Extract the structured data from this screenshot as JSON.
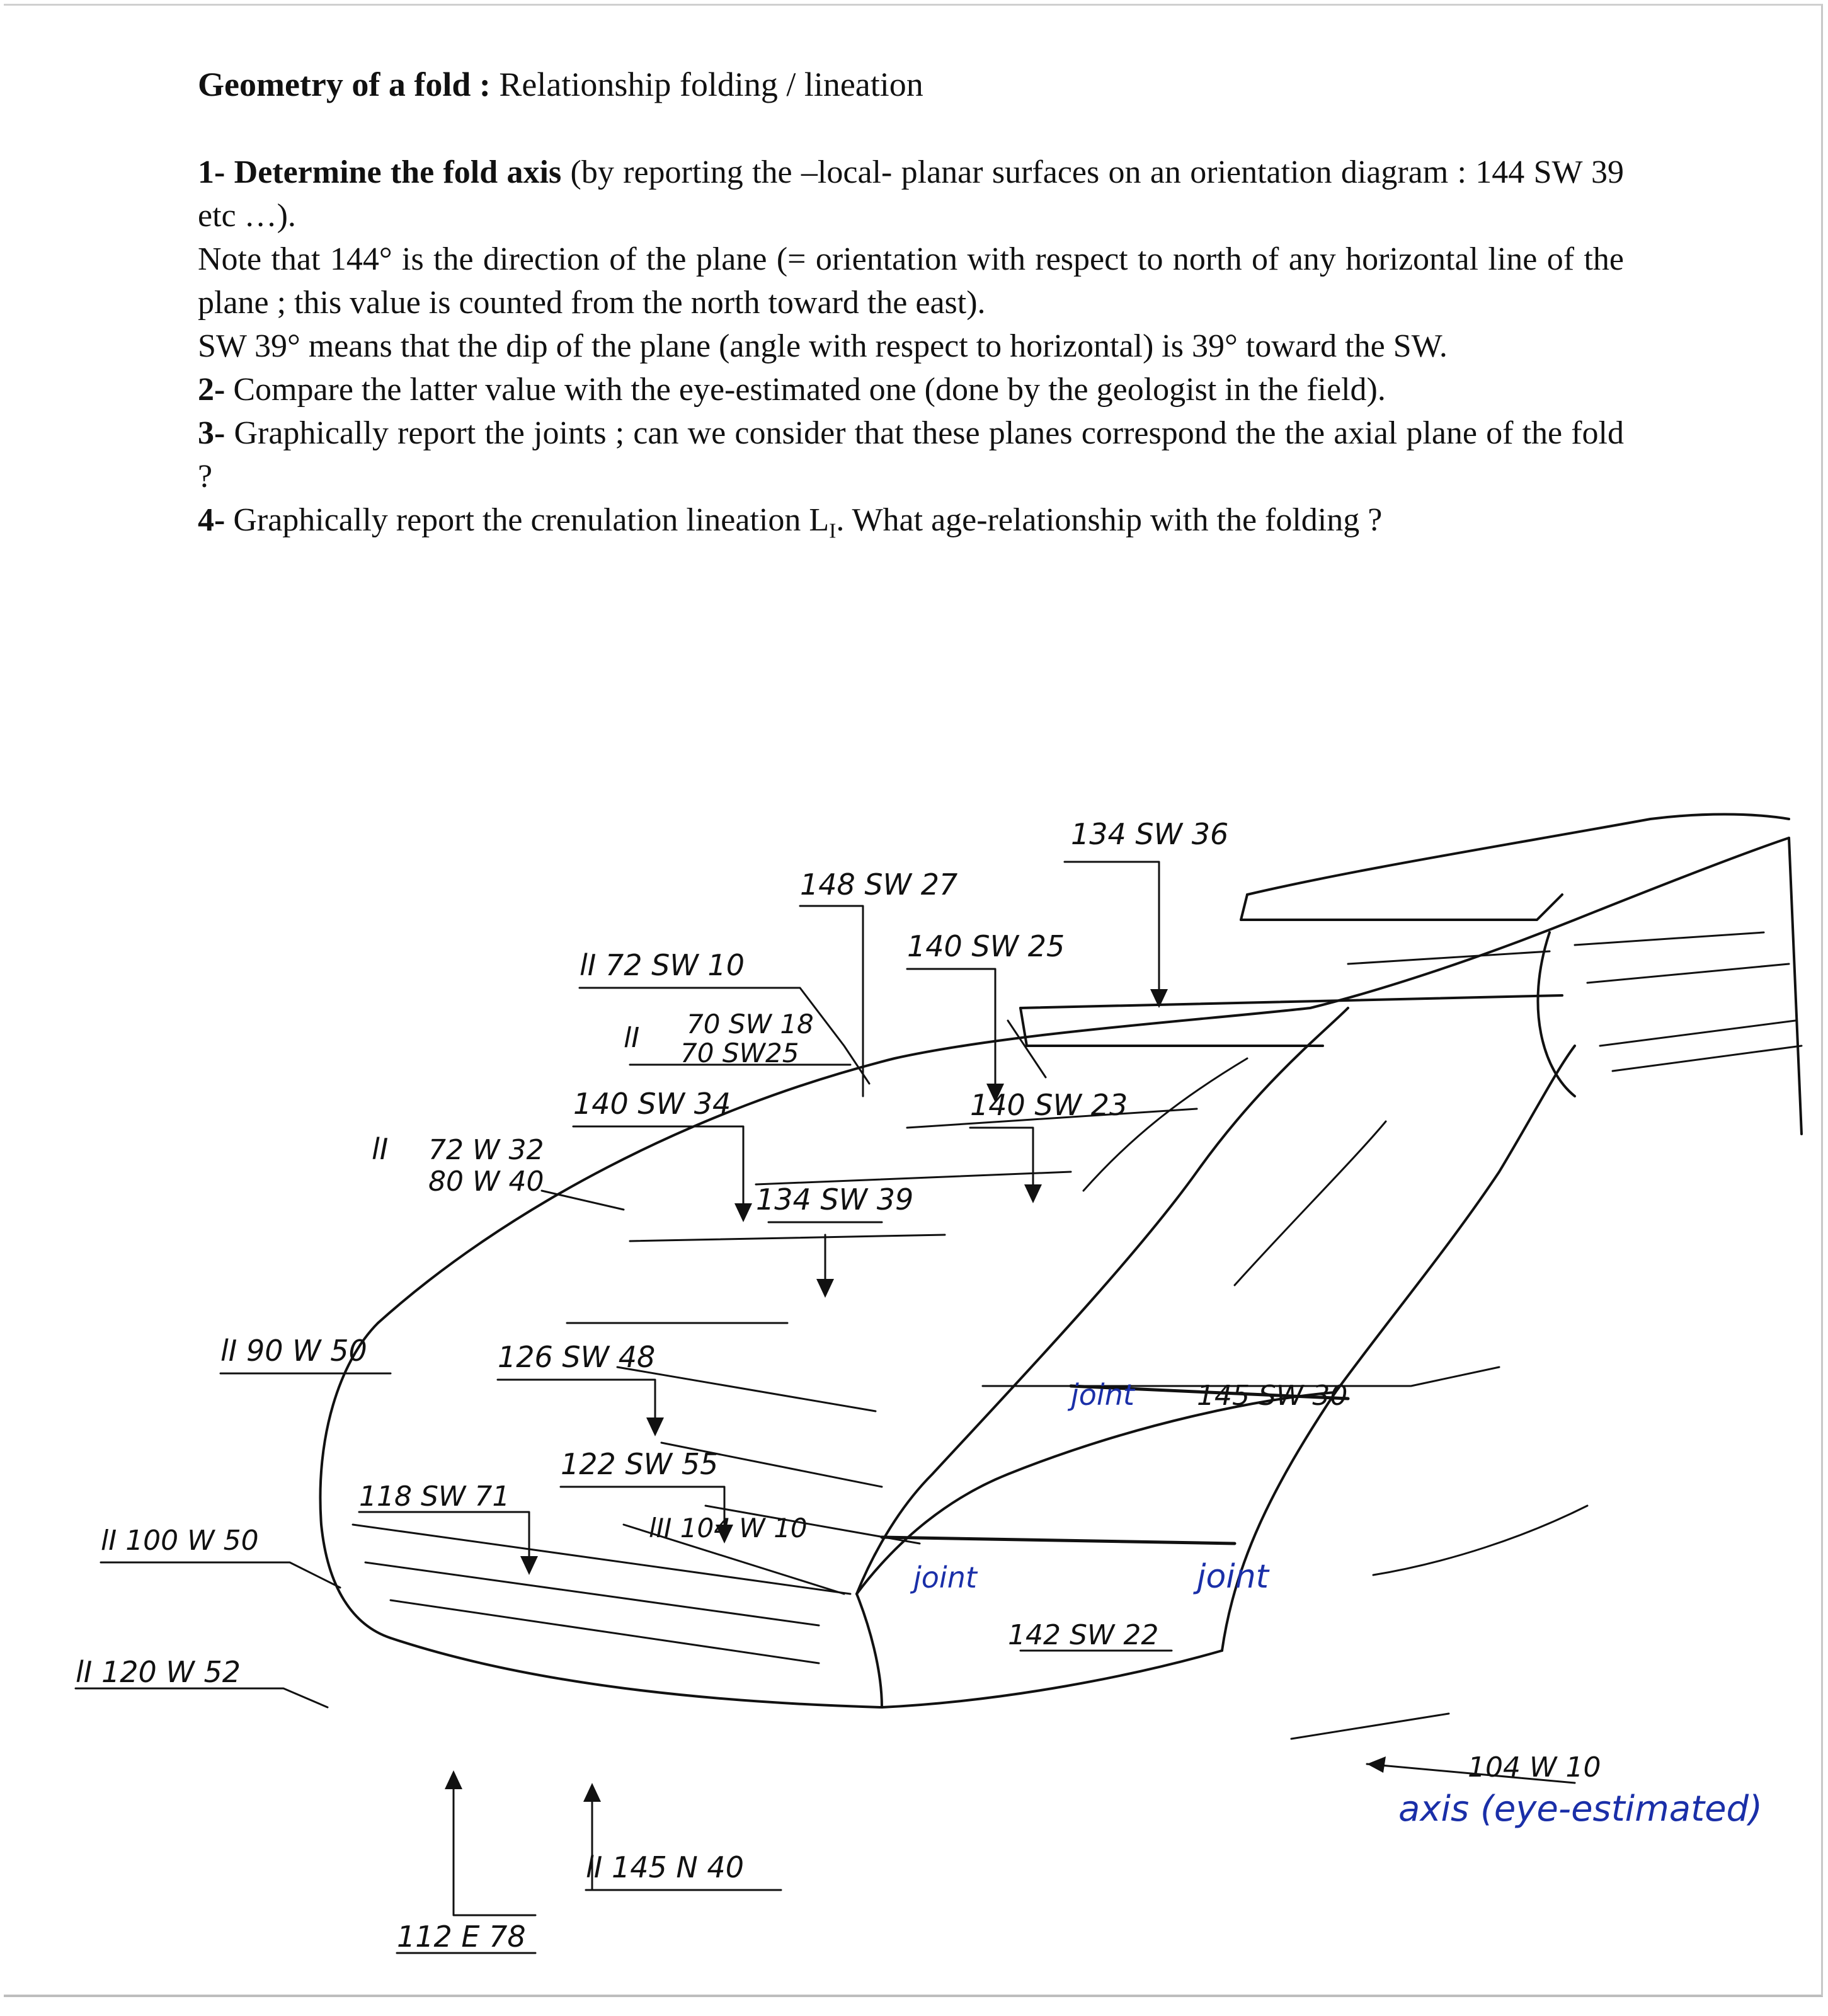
{
  "title": {
    "bold": "Geometry of a fold :",
    "rest": "Relationship folding / lineation"
  },
  "instructions": {
    "q1_num": "1-",
    "q1_bold": "Determine the fold axis",
    "q1_text": "(by reporting the –local- planar surfaces on an orientation diagram : 144 SW 39 etc …).",
    "note1": "Note that 144° is the direction of the plane (= orientation with respect to north of any horizontal line of the plane ; this value is counted from the north toward the east).",
    "note2": "SW 39° means that the dip of the plane (angle with respect to horizontal) is 39° toward the SW.",
    "q2_num": "2-",
    "q2_text": "Compare the latter value with the eye-estimated one (done by the geologist in the field).",
    "q3_num": "3-",
    "q3_text": "Graphically report the joints ; can we consider that these planes correspond the the axial plane of the fold ?",
    "q4_num": "4-",
    "q4_text_a": "Graphically report the crenulation lineation L",
    "q4_sub": "I",
    "q4_text_b": ". What age-relationship with the folding ?"
  },
  "measurements": {
    "m_134_sw36": "134 SW 36",
    "m_148_sw27": "148 SW 27",
    "m_140_sw25": "140 SW 25",
    "m_li_72_sw10": "lI  72 SW 10",
    "m_li_prefix": "lI",
    "m_70_sw18": "70 SW 18",
    "m_70_sw25": "70 SW25",
    "m_140_sw34": "140 SW 34",
    "m_140_sw23": "140 SW 23",
    "m_li_prefix2": "lI",
    "m_72_w32": "72 W 32",
    "m_80_w40": "80 W 40",
    "m_134_sw39": "134 SW 39",
    "m_li_90_w50": "lI  90 W 50",
    "m_126_sw48": "126 SW 48",
    "m_122_sw55": "122 SW 55",
    "m_145_sw30": "145 SW 30",
    "m_118_sw71": "118 SW 71",
    "m_lii_104_w10": "lII 104 W 10",
    "m_li_100_w50": "lI  100 W 50",
    "m_142_sw22": "142 SW 22",
    "m_li_120_w52": "lI  120 W 52",
    "m_104_w10": "104 W 10",
    "m_li_145_n40": "lI 145 N 40",
    "m_112_e78": "112 E 78"
  },
  "annotations": {
    "joint_1": "joint",
    "joint_2": "joint",
    "joint_3": "joint",
    "axis_label": "axis (eye-estimated)"
  },
  "colors": {
    "ink": "#111111",
    "blue_ink": "#1a2fa8"
  }
}
